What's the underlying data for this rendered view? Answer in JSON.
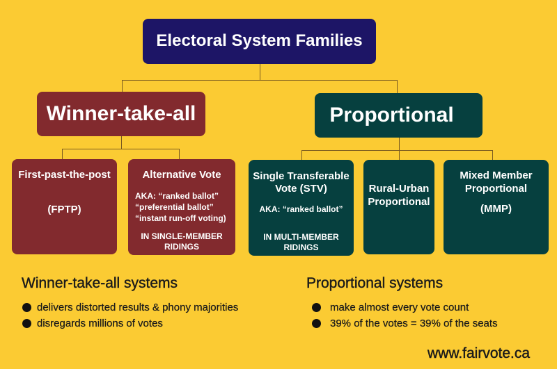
{
  "title": "Electoral System Families",
  "colors": {
    "background": "#FBCB33",
    "title_box": "#1D1566",
    "winner_take_all": "#822A2E",
    "proportional": "#06403F",
    "connector": "#7A5A20"
  },
  "families": {
    "winner_take_all": {
      "label": "Winner-take-all",
      "systems": [
        {
          "title_lines": [
            "First-past-the-post"
          ],
          "abbrev": "(FPTP)"
        },
        {
          "title_lines": [
            "Alternative Vote"
          ],
          "aka_lines": [
            "AKA: “ranked ballot”",
            "“preferential ballot”",
            "“instant run-off voting)"
          ],
          "note_lines": [
            "IN SINGLE-MEMBER",
            "RIDINGS"
          ]
        }
      ]
    },
    "proportional": {
      "label": "Proportional",
      "systems": [
        {
          "title_lines": [
            "Single Transferable",
            "Vote (STV)"
          ],
          "aka_lines": [
            "AKA: “ranked ballot”"
          ],
          "note_lines": [
            "IN MULTI-MEMBER",
            "RIDINGS"
          ]
        },
        {
          "title_lines": [
            "Rural-Urban",
            "Proportional"
          ]
        },
        {
          "title_lines": [
            "Mixed Member",
            "Proportional"
          ],
          "abbrev": "(MMP)"
        }
      ]
    }
  },
  "summaries": {
    "winner_take_all": {
      "heading": "Winner-take-all systems",
      "bullets": [
        "delivers distorted results & phony majorities",
        "disregards millions of votes"
      ]
    },
    "proportional": {
      "heading": "Proportional systems",
      "bullets": [
        "make almost every vote count",
        "39% of the votes = 39% of the seats"
      ]
    }
  },
  "website": "www.fairvote.ca"
}
